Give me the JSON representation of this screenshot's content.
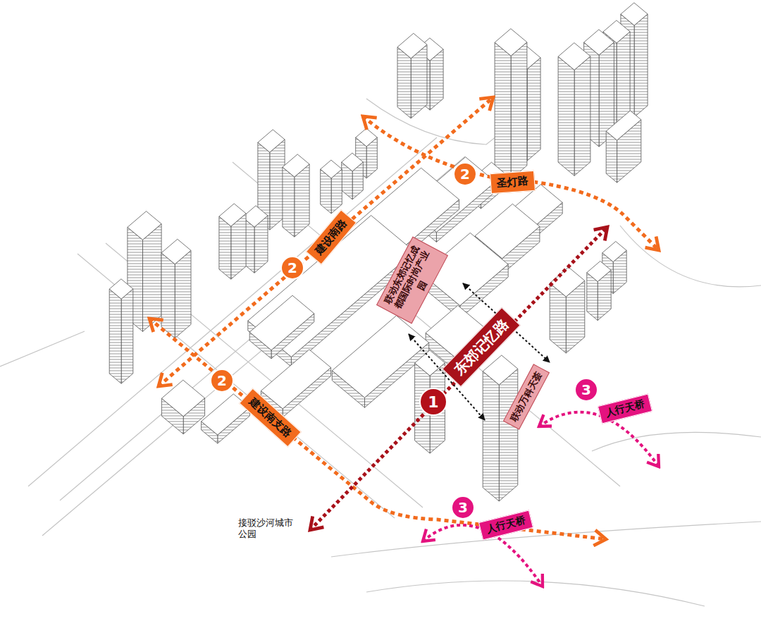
{
  "diagram": {
    "nodes": [
      {
        "text": [
          "2"
        ]
      },
      {
        "text": [
          "圣灯路"
        ]
      },
      {
        "text": [
          "2"
        ]
      },
      {
        "text": [
          "建设南路"
        ]
      },
      {
        "text": [
          "联动东郊记忆成都国际时尚产业园"
        ]
      },
      {
        "text": [
          "东郊记忆路"
        ]
      },
      {
        "text": [
          "2"
        ]
      },
      {
        "text": [
          "建设南支路"
        ]
      },
      {
        "text": [
          "3"
        ]
      },
      {
        "text": [
          "人行天桥"
        ]
      },
      {
        "text": [
          "联动万科天荟"
        ]
      },
      {
        "text": [
          "1"
        ]
      },
      {
        "text": [
          "3"
        ]
      },
      {
        "text": [
          "人行天桥"
        ]
      }
    ],
    "labels": [
      "接驳沙河城市公园"
    ]
  }
}
